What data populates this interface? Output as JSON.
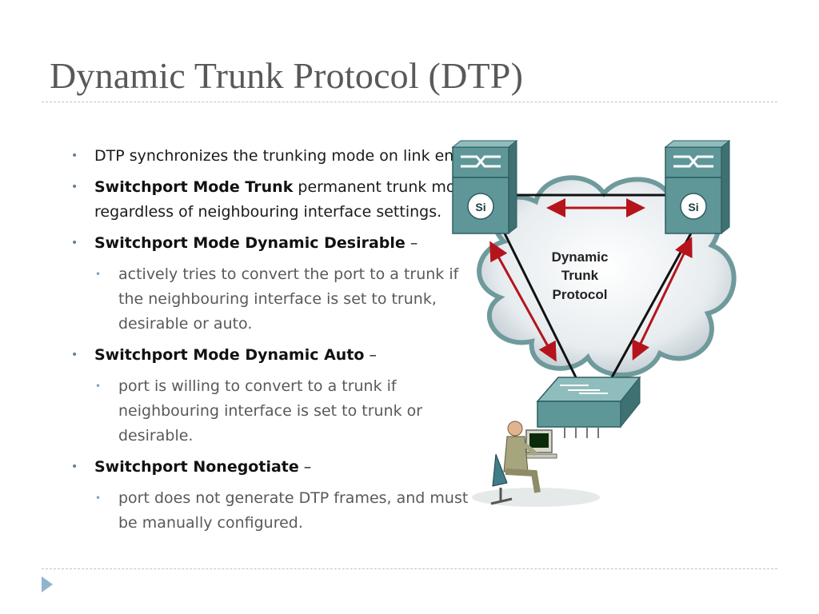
{
  "slide": {
    "title": "Dynamic Trunk Protocol (DTP)"
  },
  "bullets": [
    {
      "bold": "",
      "text": "DTP synchronizes the trunking mode on link ends",
      "level": 1
    },
    {
      "bold": " Switchport Mode Trunk",
      "text": " permanent trunk mode, regardless of neighbouring interface settings.",
      "level": 1
    },
    {
      "bold": "Switchport Mode Dynamic Desirable",
      "text": " –",
      "level": 1
    },
    {
      "bold": "",
      "text": " actively tries to convert the port to a trunk if the neighbouring interface is set to trunk, desirable or auto.",
      "level": 2
    },
    {
      "bold": "Switchport Mode Dynamic Auto",
      "text": " –",
      "level": 1
    },
    {
      "bold": "",
      "text": "port is willing to convert to a trunk if neighbouring interface is set to trunk or desirable.",
      "level": 2
    },
    {
      "bold": "Switchport Nonegotiate",
      "text": " –",
      "level": 1
    },
    {
      "bold": "",
      "text": "port does not generate DTP frames, and must be manually configured.",
      "level": 2
    }
  ],
  "diagram": {
    "cloud_line1": "Dynamic",
    "cloud_line2": "Trunk",
    "cloud_line3": "Protocol",
    "left_switch_label": "Si",
    "right_switch_label": "Si"
  },
  "colors": {
    "arrow": "#b5141c",
    "switch": "#4f8a8b",
    "text_gray": "#595959"
  }
}
